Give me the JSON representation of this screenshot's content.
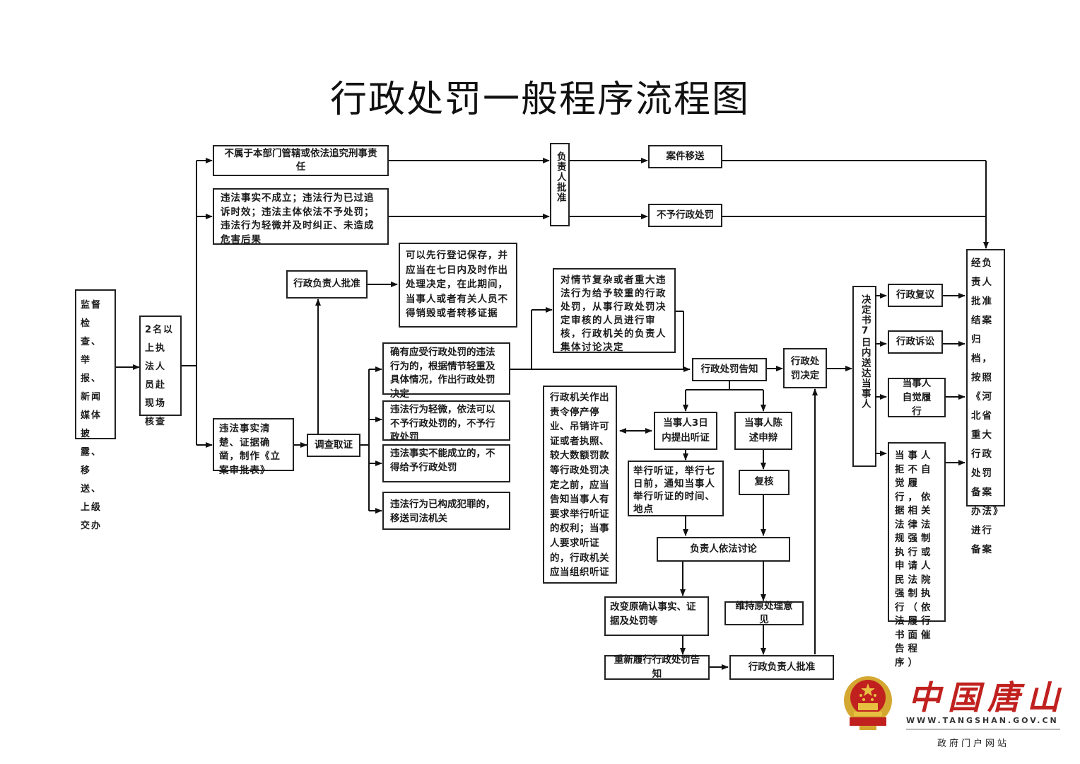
{
  "title": "行政处罚一般程序流程图",
  "nodes": {
    "source": "监督检查、举报、新闻媒体披露、移送、上级交办",
    "onsite": "2名以上执法人员赴现场核查",
    "not_jurisdiction": "不属于本部门管辖或依法追究刑事责任",
    "no_violation": "违法事实不成立；违法行为已过追诉时效；违法主体依法不予处罚；违法行为轻微并及时纠正、未造成危害后果",
    "approval_top": "负责人批准",
    "case_transfer": "案件移送",
    "no_penalty": "不予行政处罚",
    "file_case": "违法事实清楚、证据确凿，制作《立案审批表》",
    "investigate": "调查取证",
    "admin_approval_1": "行政负责人批准",
    "evidence_preserve": "可以先行登记保存，并应当在七日内及时作出处理决定，在此期间，当事人或者有关人员不得销毁或者转移证据",
    "outcome_penalty": "确有应受行政处罚的违法行为的，根据情节轻重及具体情况，作出行政处罚决定",
    "outcome_minor": "违法行为轻微，依法可以不予行政处罚的，不予行政处罚",
    "outcome_unfounded": "违法事实不能成立的，不得给予行政处罚",
    "outcome_crime": "违法行为已构成犯罪的，移送司法机关",
    "collective_review": "对情节复杂或者重大违法行为给予较重的行政处罚，从事行政处罚决定审核的人员进行审核，行政机关的负责人集体讨论决定",
    "penalty_notice": "行政处罚告知",
    "hearing_rights": "行政机关作出责令停产停业、吊销许可证或者执照、较大数额罚款等行政处罚决定之前，应当告知当事人有要求举行听证的权利；当事人要求听证的，行政机关应当组织听证",
    "hearing_request": "当事人3日内提出听证",
    "statement": "当事人陈述申辩",
    "hearing_hold": "举行听证，举行七日前，通知当事人举行听证的时间、地点",
    "recheck": "复核",
    "discussion": "负责人依法讨论",
    "change_original": "改变原确认事实、证据及处罚等",
    "maintain": "维持原处理意见",
    "renotice": "重新履行行政处罚告知",
    "admin_approval_2": "行政负责人批准",
    "penalty_decision": "行政处罚决定",
    "deliver": "决定书7日内送达当事人",
    "reconsideration": "行政复议",
    "litigation": "行政诉讼",
    "voluntary": "当事人自觉履行",
    "enforcement": "当事人拒不自觉履行，依据相关法律法规强制执行或申请人民法院强制执行（依法履行书面催告程序）",
    "archive": "经负责人批准结案归档，按照《河北省重大行政处罚备案办法》进行备案"
  },
  "logo": {
    "name": "中国唐山",
    "url": "WWW.TANGSHAN.GOV.CN",
    "subtitle": "政府门户网站",
    "red": "#c0211f",
    "gold": "#d4a830"
  }
}
